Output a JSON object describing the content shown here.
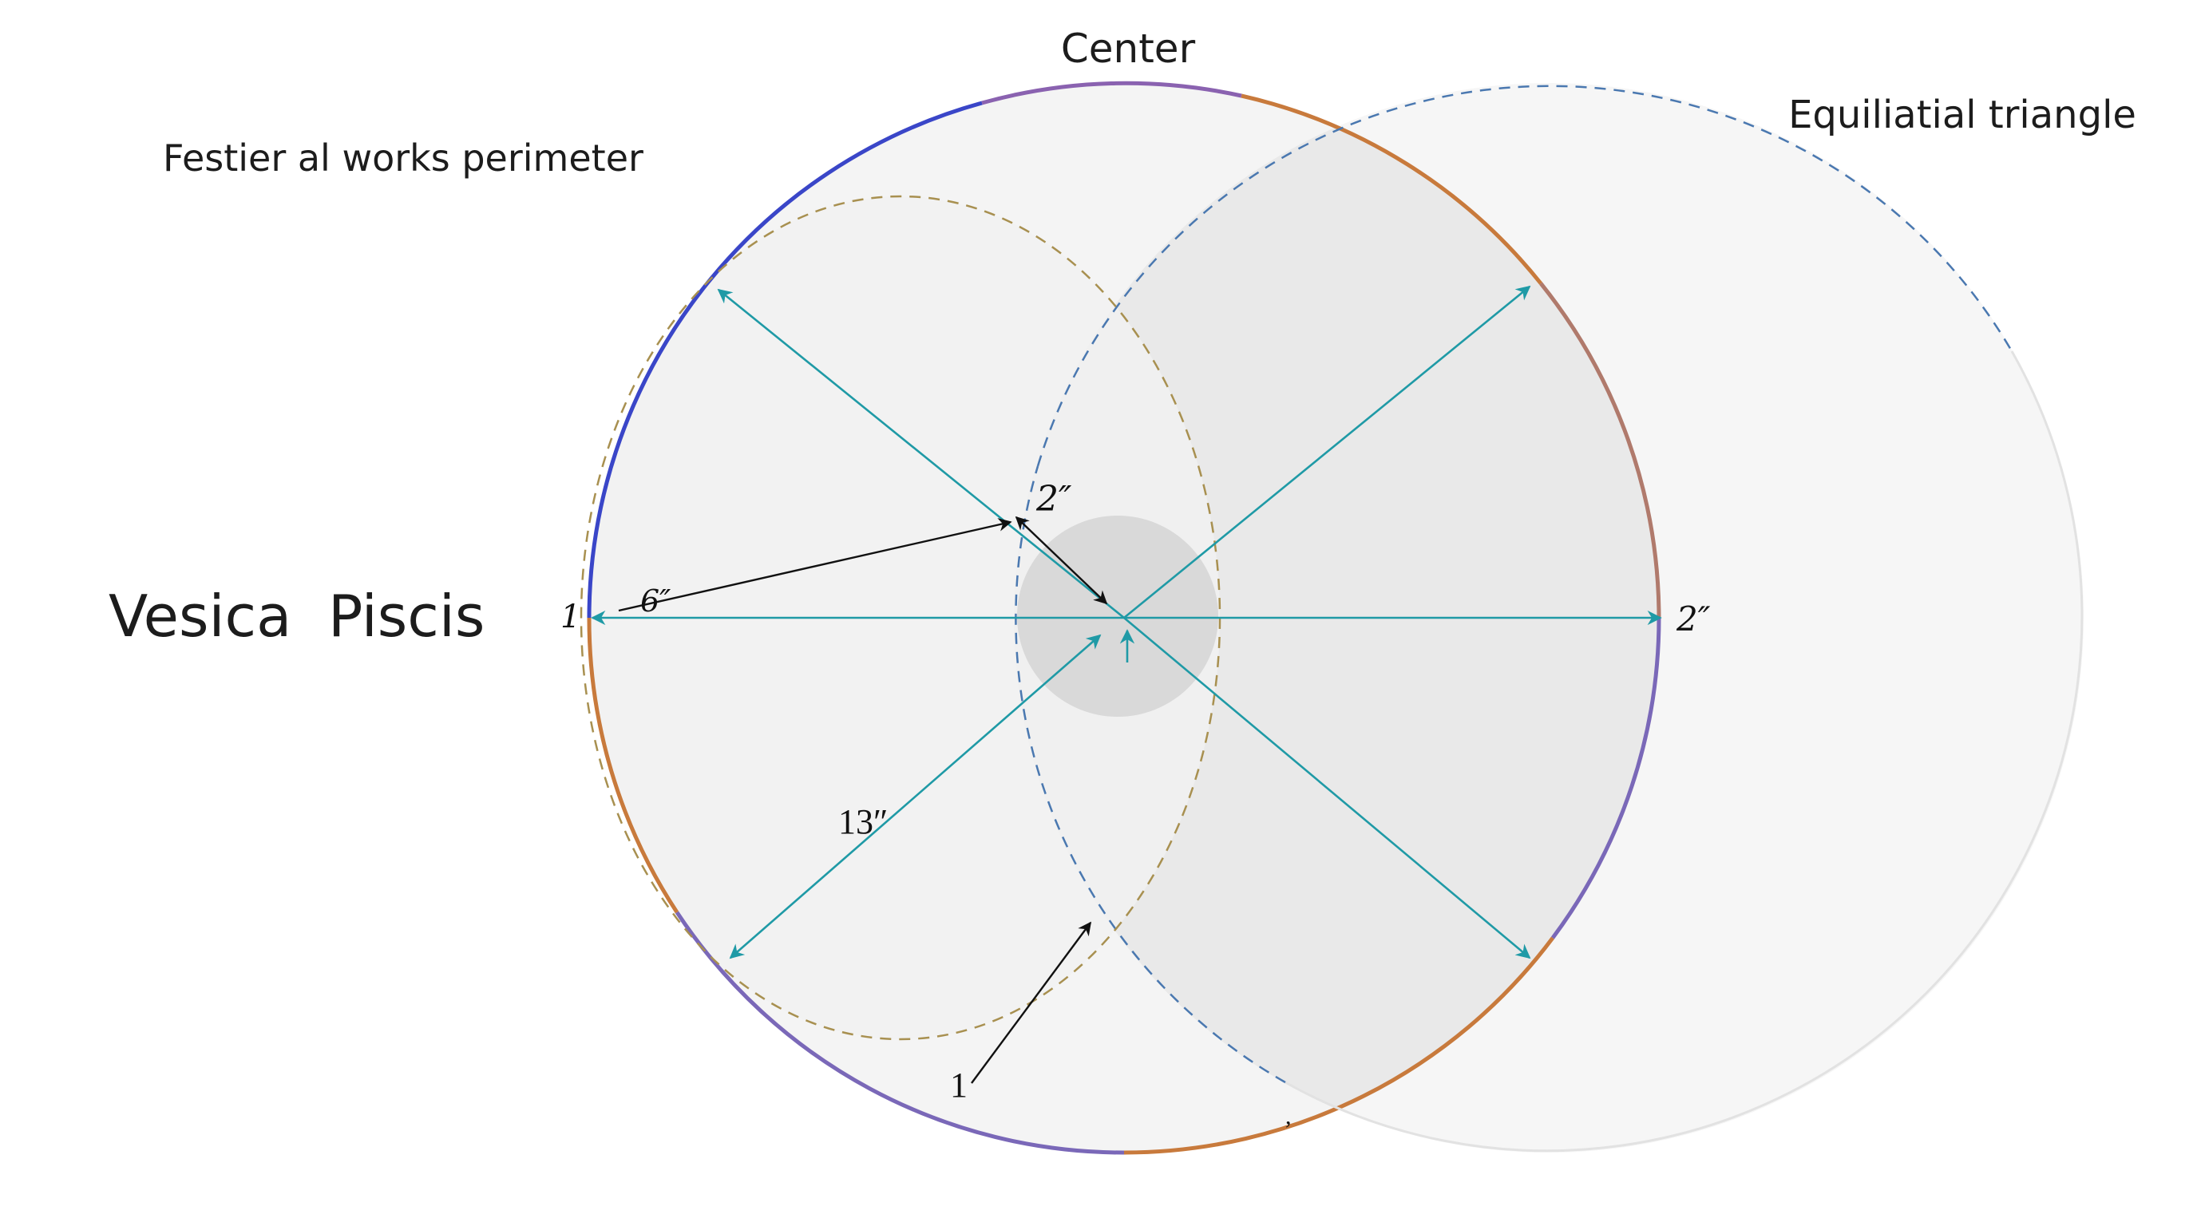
{
  "labels": {
    "center": "Center",
    "equilateral": "Equiliatial triangle",
    "festier": "Festier al works perimeter",
    "title": "Vesica  Piscis",
    "left_one": "1",
    "six": "6″",
    "two_top": "2″",
    "two_right": "2″",
    "thirteen": "13″",
    "bottom_one": "1",
    "tiny_mark": ","
  },
  "colors": {
    "ring_blue": "#3a46c8",
    "ring_purple": "#7a68b8",
    "ring_orange": "#c87a3c",
    "teal": "#1f9aa6",
    "dashed_blue": "#4a78b0",
    "dashed_olive": "#a89050",
    "black_arrow": "#111111",
    "fill_light": "#f4f4f4",
    "fill_lens": "#e8e8e8",
    "center_disc": "#d9d9d9"
  }
}
